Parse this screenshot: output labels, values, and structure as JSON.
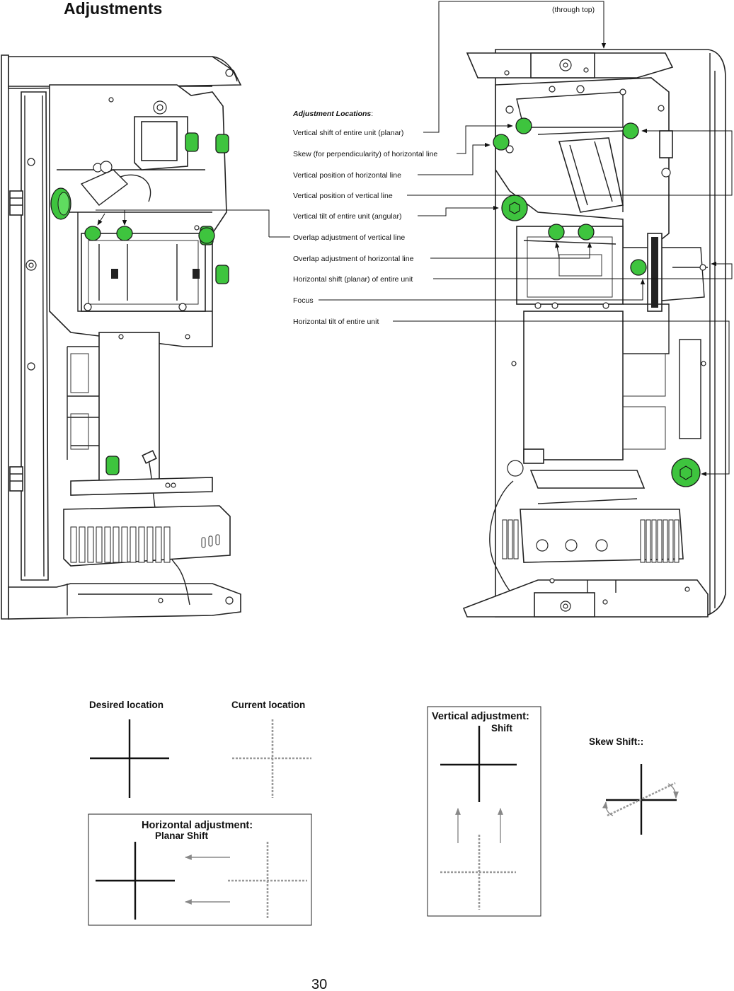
{
  "page": {
    "title": "Adjustments",
    "page_number": "30"
  },
  "callout": {
    "through_top": "(through top)",
    "heading": "Adjustment Locations",
    "heading_colon": ":",
    "items": [
      "Vertical shift of entire unit (planar)",
      "Skew (for perpendicularity) of horizontal line",
      "Vertical position of horizontal line",
      "Vertical position of vertical line",
      "Vertical tilt of entire unit (angular)",
      "Overlap adjustment of vertical line",
      "Overlap adjustment of horizontal line",
      "Horizontal shift (planar) of entire unit",
      "Focus",
      "Horizontal tilt of entire unit"
    ]
  },
  "diagrams": {
    "desired": "Desired location",
    "current": "Current location",
    "horizontal_title": "Horizontal adjustment:",
    "horizontal_sub": "Planar Shift",
    "vertical_title": "Vertical adjustment:",
    "vertical_sub": "Shift",
    "skew_title": "Skew Shift::"
  },
  "colors": {
    "adjuster_green": "#3ec43e",
    "line_dark": "#111111",
    "dotted_gray": "#999999"
  },
  "icons": [
    "adjuster-knob-icon",
    "screw-hole-icon",
    "pointer-arrow-icon"
  ]
}
